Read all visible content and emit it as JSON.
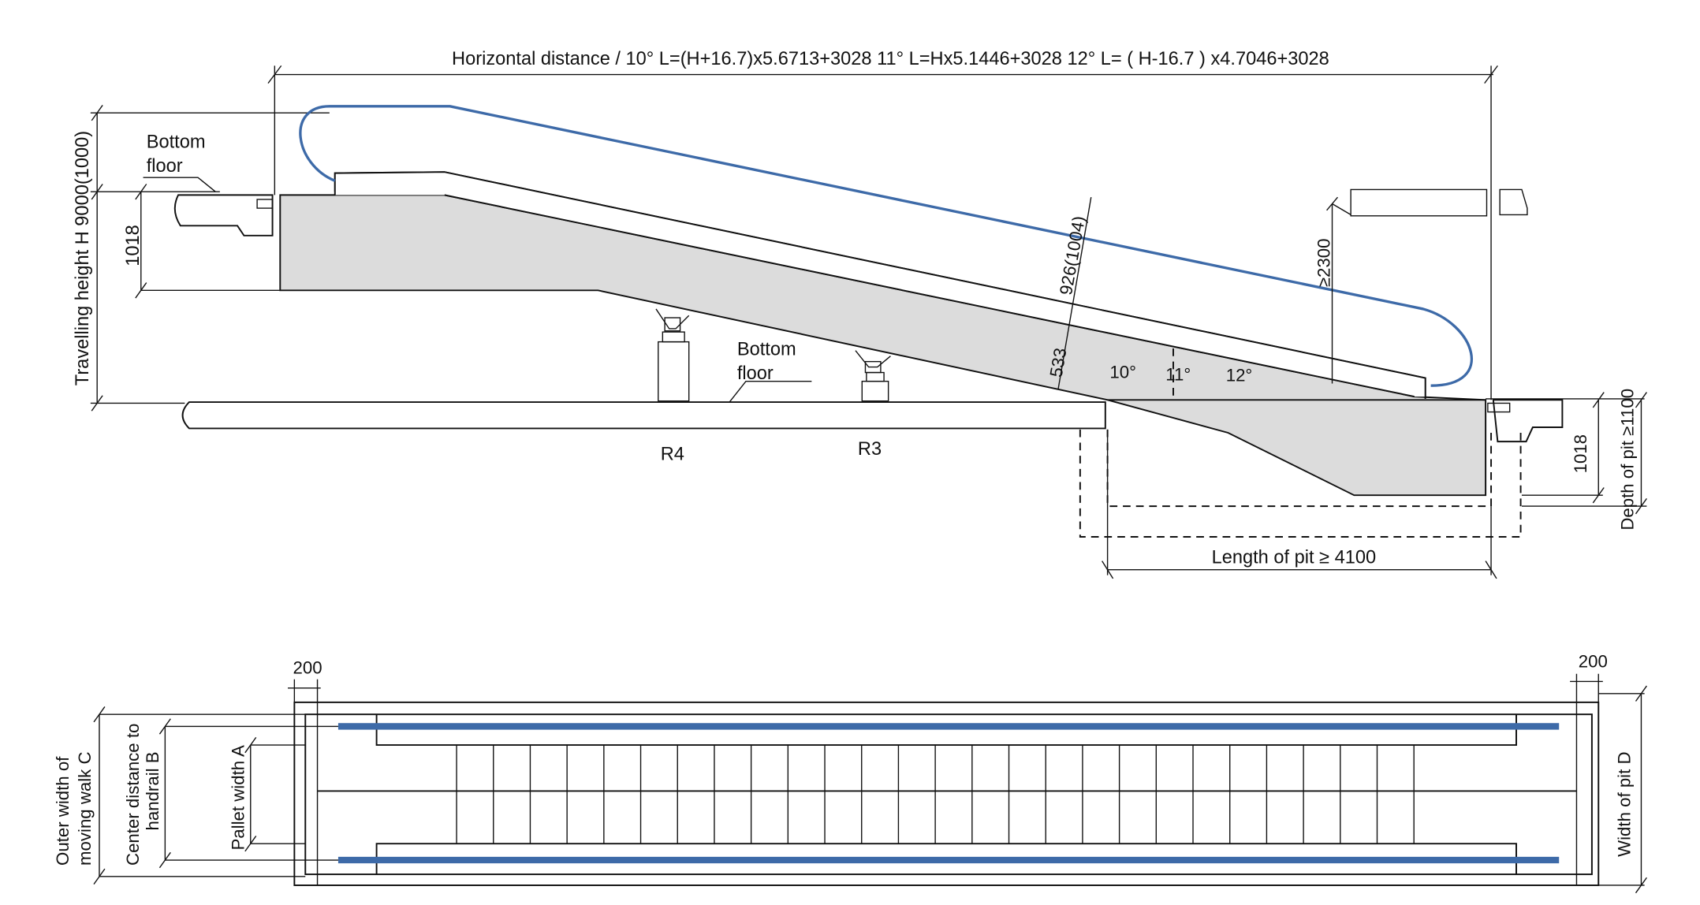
{
  "side_view": {
    "horizontal_distance_label": "Horizontal distance / 10°  L=(H+16.7)x5.6713+3028   11°  L=Hx5.1446+3028   12°  L= ( H-16.7 ) x4.7046+3028",
    "travelling_height_label": "Travelling height H  9000(1000)",
    "upper_landing_height": "1018",
    "upper_floor_label_line1": "Bottom",
    "upper_floor_label_line2": "floor",
    "lower_floor_label_line1": "Bottom",
    "lower_floor_label_line2": "floor",
    "support_r4": "R4",
    "support_r3": "R3",
    "handrail_height": "926(1004)",
    "truss_depth": "533",
    "angle_10": "10°",
    "angle_11": "11°",
    "angle_12": "12°",
    "clearance_height": "≥2300",
    "pit_length_label": "Length of pit ≥ 4100",
    "pit_landing_height": "1018",
    "pit_depth_label": "Depth of pit ≥1100"
  },
  "plan_view": {
    "left_clearance": "200",
    "right_clearance": "200",
    "outer_width_line1": "Outer width of",
    "outer_width_line2": "moving walk C",
    "handrail_center_line1": "Center distance to",
    "handrail_center_line2": "handrail B",
    "pallet_width": "Pallet width A",
    "pit_width": "Width of pit D"
  },
  "colors": {
    "handrail": "#3d6aa8",
    "truss": "#dcdcdc",
    "floor_slab": "#a3a3a3",
    "pit_fill": "#efefef"
  }
}
